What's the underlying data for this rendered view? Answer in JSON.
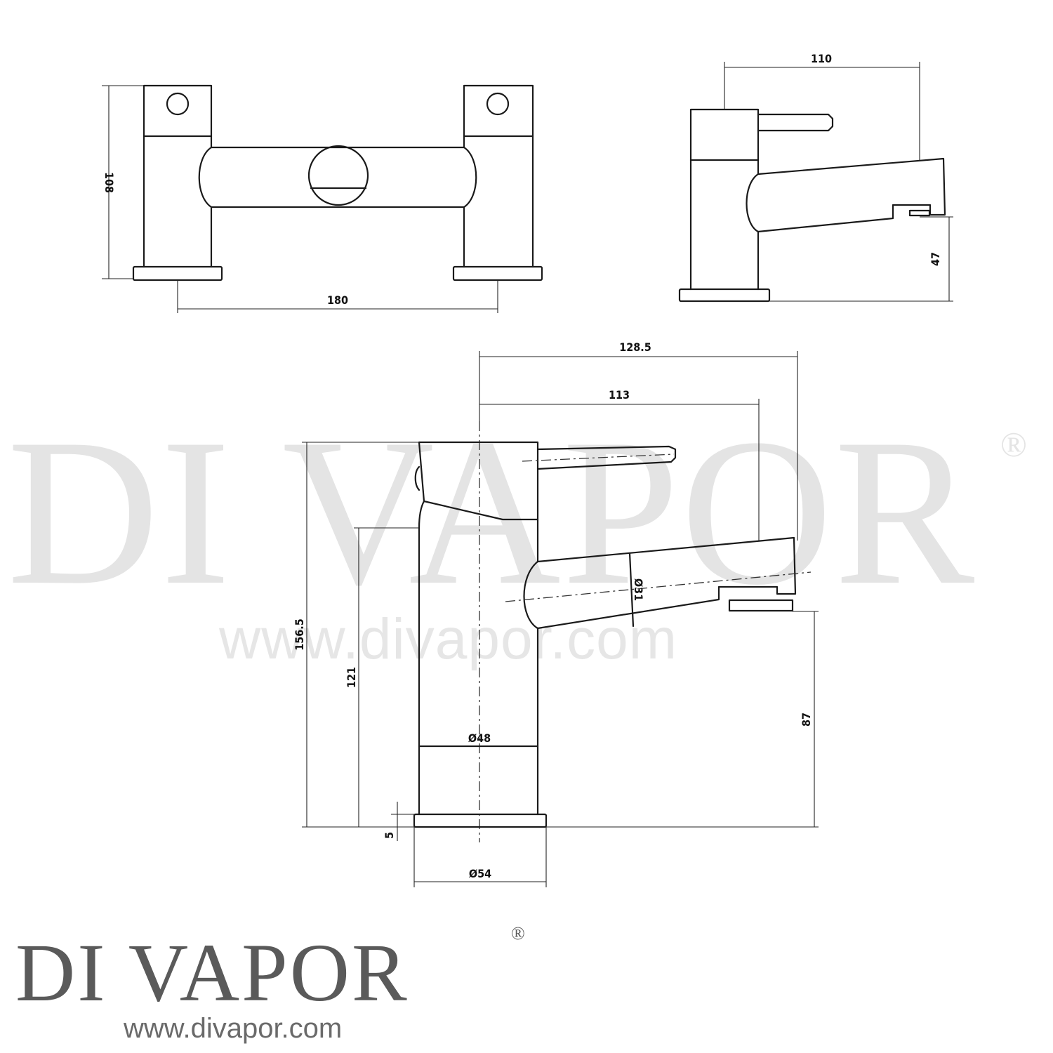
{
  "watermark": {
    "brand": "DI VAPOR",
    "registered": "®",
    "url": "www.divapor.com"
  },
  "logo": {
    "brand": "DI VAPOR",
    "registered": "®",
    "url": "www.divapor.com"
  },
  "front_view": {
    "width_label": "180",
    "height_label": "108"
  },
  "side_view": {
    "depth_label": "110",
    "spout_height_label": "47"
  },
  "main_view": {
    "overall_depth_label": "128.5",
    "spout_depth_label": "113",
    "overall_height_label": "156.5",
    "body_height_label": "121",
    "spout_outlet_height_label": "87",
    "spout_diameter_label": "Ø31",
    "body_diameter_label": "Ø48",
    "base_diameter_label": "Ø54",
    "base_thickness_label": "5"
  }
}
